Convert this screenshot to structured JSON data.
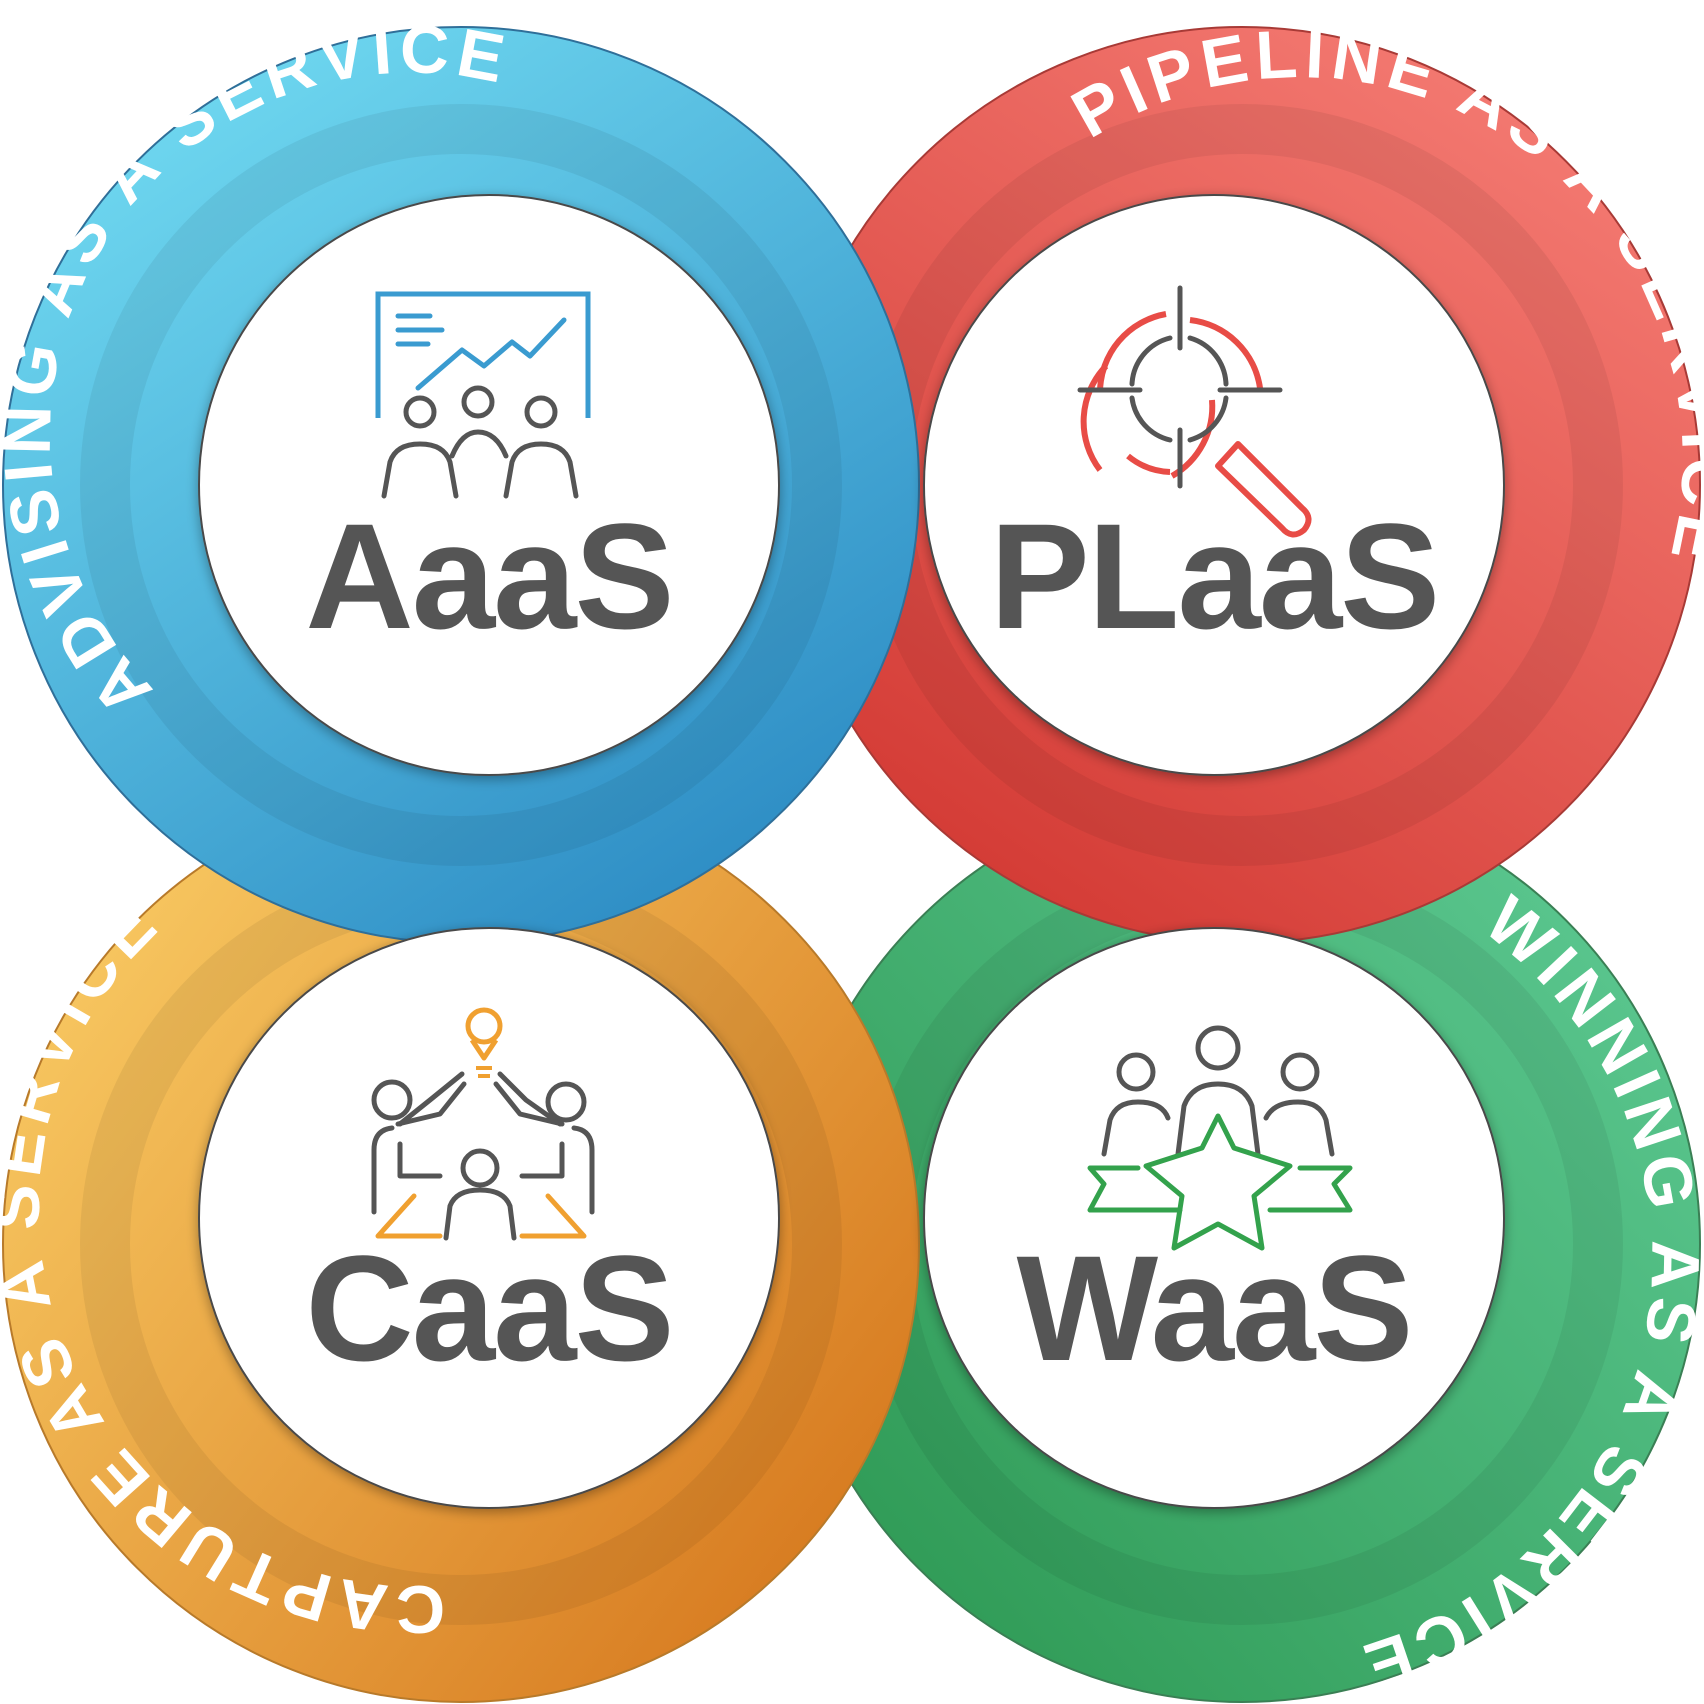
{
  "services": [
    {
      "id": "aaas",
      "acronym": "AaaS",
      "ring_label": "ADVISING AS A SERVICE",
      "icon": "presentation-team-icon",
      "colors": {
        "light": "#6fd8f0",
        "dark": "#2d8cc4",
        "accent": "#3a9bd0"
      }
    },
    {
      "id": "plaas",
      "acronym": "PLaaS",
      "ring_label": "PIPELINE AS A SERVICE",
      "icon": "target-search-icon",
      "colors": {
        "light": "#f47a72",
        "dark": "#d33a34",
        "accent": "#e84c46"
      }
    },
    {
      "id": "caas",
      "acronym": "CaaS",
      "ring_label": "CAPTURE AS A SERVICE",
      "icon": "meeting-idea-icon",
      "colors": {
        "light": "#f6c45e",
        "dark": "#d87d22",
        "accent": "#f0a030"
      }
    },
    {
      "id": "waas",
      "acronym": "WaaS",
      "ring_label": "WINNING AS A SERVICE",
      "icon": "team-star-icon",
      "colors": {
        "light": "#58c48c",
        "dark": "#2f9a55",
        "accent": "#33a24c"
      }
    }
  ]
}
